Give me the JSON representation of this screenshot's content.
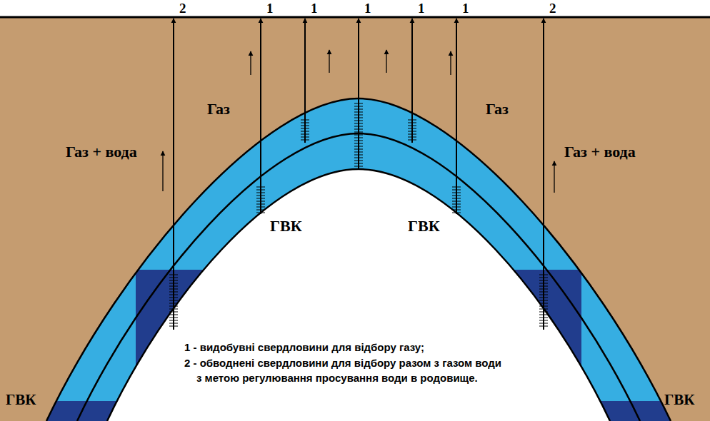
{
  "diagram": {
    "labels": [
      "2",
      "1",
      "1",
      "1",
      "1",
      "1",
      "2",
      "Газ",
      "Газ",
      "Газ + вода",
      "Газ + вода",
      "ГВК",
      "ГВК",
      "ГВК",
      "ГВК",
      "1 - видобувні свердловини для відбору газу;",
      "2 - обводнені свердловини для відбору разом з газом води з метою регулювання просування води в родовище."
    ]
  }
}
